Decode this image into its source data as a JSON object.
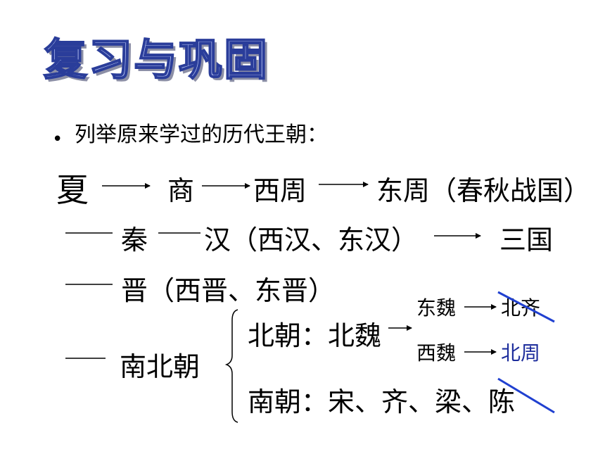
{
  "title": "复习与巩固",
  "bullet": "列举原来学过的历代王朝：",
  "line1": {
    "xia": "夏",
    "shang": "商",
    "xizhou": "西周",
    "dongzhou": "东周（春秋战国）"
  },
  "line2": {
    "qin": "秦",
    "han": "汉（西汉、东汉）",
    "sanguo": "三国"
  },
  "line3": {
    "jin": "晋（西晋、东晋）"
  },
  "line4": {
    "nanbeichao": "南北朝",
    "beichao": "北朝：北魏",
    "dongwei": "东魏",
    "beiqi": "北齐",
    "xiwei": "西魏",
    "beizhou": "北周",
    "nanchao": "南朝：宋、齐、梁、陈"
  },
  "colors": {
    "title_fill": "#b7c3f3",
    "title_stroke": "#2a3d9a",
    "strike": "#2040d0",
    "highlight": "#1d2d9c"
  },
  "icons": [
    "arrow-icon",
    "brace-icon",
    "strike-line-icon"
  ]
}
